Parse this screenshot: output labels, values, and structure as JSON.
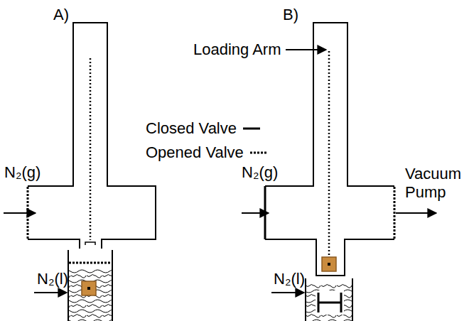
{
  "diagram": {
    "labels": [
      "A)",
      "B)",
      "Loading Arm",
      "N₂(g)",
      "N₂(l)",
      "N₂(g)",
      "N₂(l)",
      "Vacuum Pump"
    ],
    "legend": [
      {
        "text": "Closed Valve"
      },
      {
        "text": "Opened Valve"
      }
    ]
  }
}
